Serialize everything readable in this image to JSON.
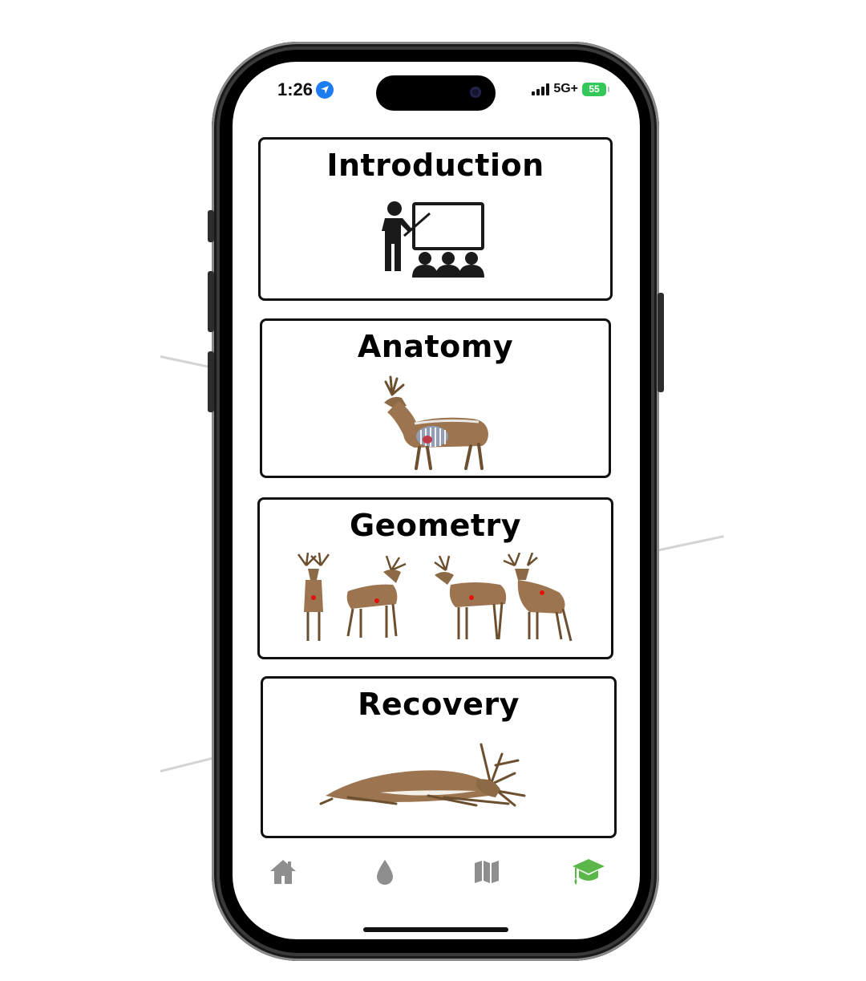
{
  "status_bar": {
    "time": "1:26",
    "network": "5G+",
    "battery": "55"
  },
  "cards": [
    {
      "title": "Introduction",
      "image": "teacher-presentation-icon"
    },
    {
      "title": "Anatomy",
      "image": "deer-anatomy-skeleton"
    },
    {
      "title": "Geometry",
      "image": "deer-angles-shot-placement"
    },
    {
      "title": "Recovery",
      "image": "deer-lying-down"
    }
  ],
  "tabs": [
    {
      "icon": "home-icon",
      "active": false
    },
    {
      "icon": "blood-drop-icon",
      "active": false
    },
    {
      "icon": "map-icon",
      "active": false
    },
    {
      "icon": "graduation-cap-icon",
      "active": true
    }
  ],
  "colors": {
    "tab_inactive": "#8e8e8e",
    "tab_active": "#5bb74a",
    "shot_marker": "#e3120b",
    "deer_body": "#9c7550"
  }
}
